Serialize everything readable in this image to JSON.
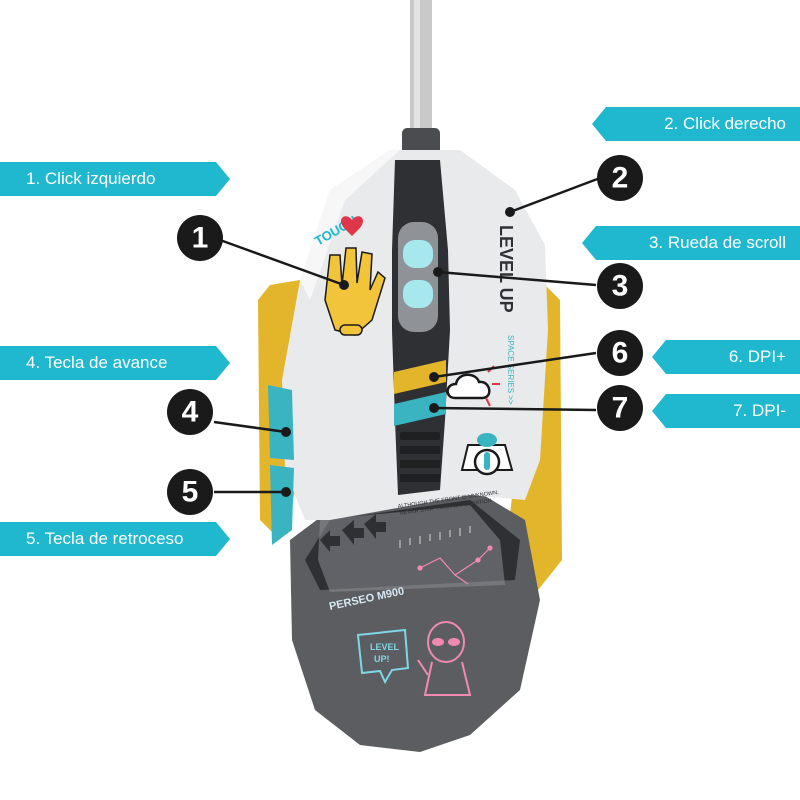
{
  "labels": [
    {
      "id": "1",
      "text": "1. Click izquierdo",
      "side": "left"
    },
    {
      "id": "2",
      "text": "2. Click derecho",
      "side": "right"
    },
    {
      "id": "3",
      "text": "3. Rueda de scroll",
      "side": "right"
    },
    {
      "id": "4",
      "text": "4. Tecla de avance",
      "side": "left"
    },
    {
      "id": "5",
      "text": "5. Tecla de retroceso",
      "side": "left"
    },
    {
      "id": "6",
      "text": "6. DPI+",
      "side": "right"
    },
    {
      "id": "7",
      "text": "7. DPI-",
      "side": "right"
    }
  ],
  "markers": [
    "1",
    "2",
    "3",
    "4",
    "5",
    "6",
    "7"
  ],
  "mouse": {
    "touch_text": "TOUCH",
    "brand_text": "LEVEL UP",
    "series_text": "SPACE SERIES >>",
    "model_text": "PERSEO M900",
    "speech_text_line1": "LEVEL",
    "speech_text_line2": "UP!",
    "tagline_line1": "ALTHOUGH THE FRONT IS UNKNOWN,",
    "tagline_line2": "NEVER STOP YOUR EXPLORATION"
  },
  "colors": {
    "accent": "#1fb8cf",
    "marker": "#1a1a1a",
    "shell_white": "#e9eaec",
    "shell_gray": "#5b5d60",
    "shell_yellow": "#e3b52a",
    "shell_teal": "#3ab4c0",
    "dark": "#2e3033"
  }
}
